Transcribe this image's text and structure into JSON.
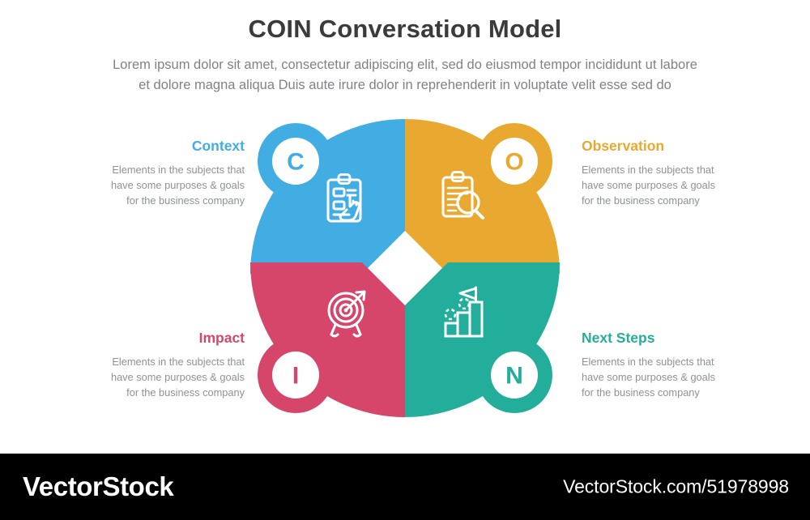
{
  "header": {
    "title": "COIN Conversation Model",
    "subtitle_line1": "Lorem ipsum dolor sit amet, consectetur adipiscing elit, sed do eiusmod tempor incididunt ut labore",
    "subtitle_line2": "et dolore magna aliqua Duis aute irure dolor in reprehenderit in voluptate velit esse sed do"
  },
  "colors": {
    "context": "#42ADE2",
    "observation": "#E9A930",
    "impact": "#D6456A",
    "next_steps": "#23AE9B",
    "title": "#3b3b3b",
    "body_text": "#8e9196",
    "footer_background": "#000000",
    "page_background": "#ffffff"
  },
  "segments": [
    {
      "key": "context",
      "letter": "C",
      "label": "Context",
      "color": "#42ADE2",
      "icon": "clipboard-hand-icon",
      "position": "top-left",
      "description_line1": "Elements in the subjects that",
      "description_line2": "have  some purposes & goals",
      "description_line3": "for the  business company"
    },
    {
      "key": "observation",
      "letter": "O",
      "label": "Observation",
      "color": "#E9A930",
      "icon": "clipboard-magnifier-icon",
      "position": "top-right",
      "description_line1": "Elements in the subjects that",
      "description_line2": "have  some purposes & goals",
      "description_line3": "for the  business company"
    },
    {
      "key": "impact",
      "letter": "I",
      "label": "Impact",
      "color": "#D6456A",
      "icon": "target-arrow-icon",
      "position": "bottom-left",
      "description_line1": "Elements in the subjects that",
      "description_line2": "have  some purposes & goals",
      "description_line3": "for the  business company"
    },
    {
      "key": "next_steps",
      "letter": "N",
      "label": "Next Steps",
      "color": "#23AE9B",
      "icon": "bar-chart-flag-icon",
      "position": "bottom-right",
      "description_line1": "Elements in the subjects that",
      "description_line2": "have  some purposes & goals",
      "description_line3": "for the  business company"
    }
  ],
  "footer": {
    "brand": "VectorStock",
    "url": "VectorStock.com/51978998"
  }
}
